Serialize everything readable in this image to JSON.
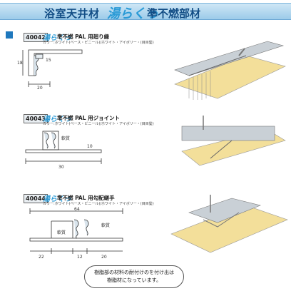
{
  "header": {
    "title": "浴室天井材",
    "brand": "湯らくっ",
    "subtitle": "準不燃部材"
  },
  "products": [
    {
      "code": "40042",
      "logo": "湯らくっ",
      "name": "準不燃 PAL 用廻り縁",
      "spec": "カラー:ホワイト(ベース・ビニール)/ホワイト・アイボリー・(目目髪)",
      "dims": {
        "height": "18",
        "width": "20",
        "label": "15"
      }
    },
    {
      "code": "40043",
      "logo": "湯らくっ",
      "name": "準不燃 PAL 用ジョイント",
      "spec": "カラー:ホワイト(ベース・ビニール)/ホワイト・アイボリー・(目目髪)",
      "dims": {
        "inner": "軟質",
        "width": "30",
        "side": "10"
      }
    },
    {
      "code": "40044",
      "logo": "湯らくっ",
      "name": "準不燃 PAL 用勾配継手",
      "spec": "カラー:ホワイト(ベース・ビニール)/ホワイト・アイボリー・(目目髪)",
      "dims": {
        "total": "64",
        "left": "22",
        "mid": "12",
        "right": "20",
        "inner": "軟質",
        "side": "軟質"
      }
    }
  ],
  "note": {
    "line1": "樹脂部の材料の耐付けのを付け出は",
    "line2": "樹脂材になっています。"
  },
  "colors": {
    "banner": "#9ccbe9",
    "title": "#124d85",
    "brand": "#2a9ad6",
    "panel": "#f2d98c"
  }
}
